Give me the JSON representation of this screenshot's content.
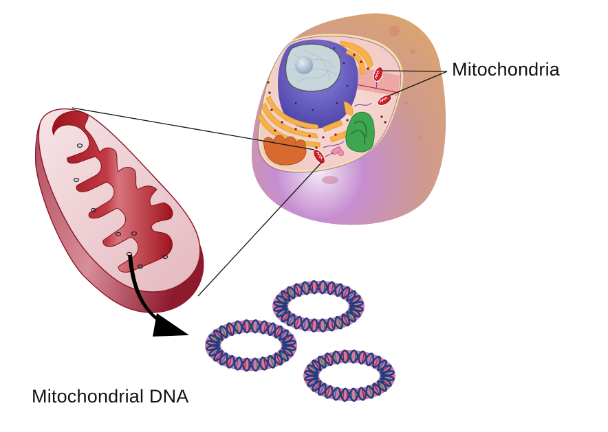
{
  "diagram": {
    "title": "Mitochondria and mitochondrial DNA",
    "labels": {
      "mitochondria": "Mitochondria",
      "mitochondrial_dna": "Mitochondrial DNA"
    },
    "components": [
      {
        "id": "animal-cell",
        "description": "Cutaway animal cell showing nucleus, endoplasmic reticulum, Golgi apparatus, centrioles and mitochondria"
      },
      {
        "id": "mitochondrion-cross-section",
        "description": "Enlarged cutaway mitochondrion with cristae and DNA circles"
      },
      {
        "id": "mtdna-rings",
        "description": "Three circular double-helix mitochondrial DNA molecules",
        "count": 3
      }
    ],
    "colors": {
      "cytoplasm_outer": "#d9a27a",
      "cell_membrane_purple": "#b77fc4",
      "nucleus_purple": "#5a4db3",
      "nucleoplasm": "#c9d9dc",
      "er_orange": "#f5a93c",
      "golgi_green": "#3aa54a",
      "mito_red": "#a8141e",
      "mito_pink": "#e8c3c8",
      "dna_ring_pink": "#d47aa0",
      "dna_backbone": "#1f3f85",
      "line": "#111111"
    }
  }
}
